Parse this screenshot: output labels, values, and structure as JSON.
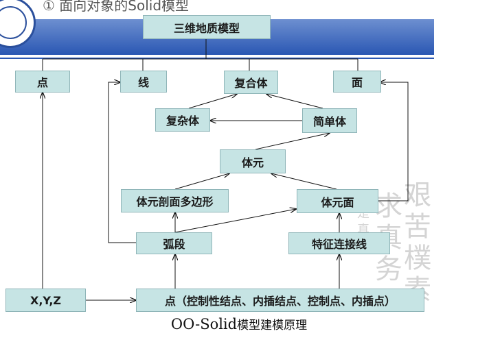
{
  "header": {
    "partial_title": "① 面向对象的Solid模型"
  },
  "watermark": {
    "chars_col1": "求真务",
    "chars_col2": "艰苦樸素",
    "chars_small": "是真質"
  },
  "nodes": {
    "root": "三维地质模型",
    "point": "点",
    "line": "线",
    "composite": "复合体",
    "face": "面",
    "complex_body": "复杂体",
    "simple_body": "简单体",
    "voxel": "体元",
    "voxel_section": "体元剖面多边形",
    "voxel_face": "体元面",
    "arc": "弧段",
    "feature_line": "特征连接线",
    "xyz": "X,Y,Z",
    "point_types": "点（控制性结点、内插结点、控制点、内插点）"
  },
  "caption": {
    "latin": "OO-Solid",
    "cjk": "模型建模原理"
  },
  "colors": {
    "box_fill": "#c6e4e4",
    "band": "#2a57b3",
    "line": "#111111"
  }
}
